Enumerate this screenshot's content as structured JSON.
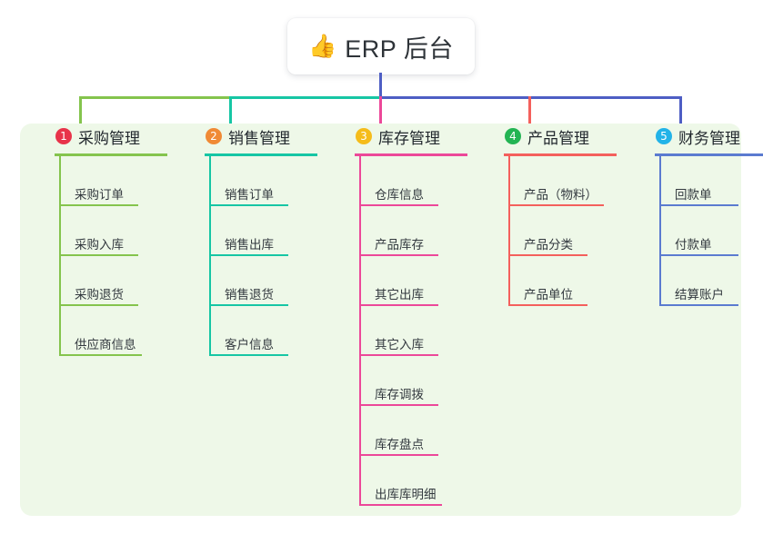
{
  "root": {
    "icon": "thumbs-up-icon",
    "icon_glyph": "👍",
    "title": "ERP 后台"
  },
  "theme": {
    "panel_bg": "#eef8e8",
    "root_stem": "#4e5ec4",
    "page_bg": "#ffffff",
    "text": "#33393f"
  },
  "columns": [
    {
      "number": "1",
      "label": "采购管理",
      "badge_color": "#e8334a",
      "accent": "#84c44d",
      "items": [
        "采购订单",
        "采购入库",
        "采购退货",
        "供应商信息"
      ]
    },
    {
      "number": "2",
      "label": "销售管理",
      "badge_color": "#f08a35",
      "accent": "#16c6a4",
      "items": [
        "销售订单",
        "销售出库",
        "销售退货",
        "客户信息"
      ]
    },
    {
      "number": "3",
      "label": "库存管理",
      "badge_color": "#f5bc1a",
      "accent": "#ec4899",
      "items": [
        "仓库信息",
        "产品库存",
        "其它出库",
        "其它入库",
        "库存调拨",
        "库存盘点",
        "出库库明细"
      ]
    },
    {
      "number": "4",
      "label": "产品管理",
      "badge_color": "#23b453",
      "accent": "#f4605c",
      "items": [
        "产品（物料）",
        "产品分类",
        "产品单位"
      ]
    },
    {
      "number": "5",
      "label": "财务管理",
      "badge_color": "#22b3e8",
      "accent": "#5b7bd0",
      "items": [
        "回款单",
        "付款单",
        "结算账户"
      ]
    }
  ],
  "connectors": {
    "segment_1_color": "#84c44d",
    "segment_2_color": "#16c6a4",
    "segment_3_color": "#4e5ec4"
  }
}
